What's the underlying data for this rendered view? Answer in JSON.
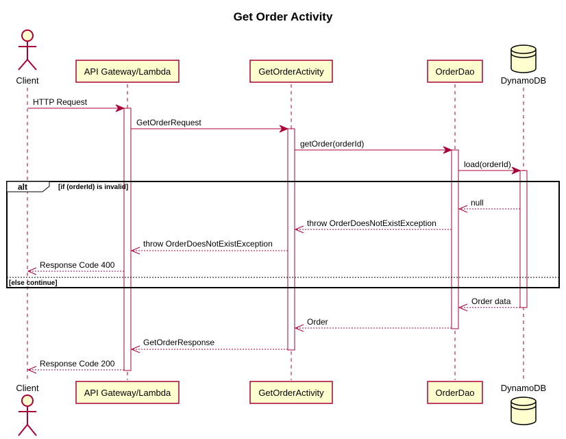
{
  "diagram": {
    "title": "Get Order Activity",
    "participants": [
      {
        "id": "client",
        "kind": "actor",
        "label": "Client"
      },
      {
        "id": "api",
        "kind": "participant",
        "label": "API Gateway/Lambda"
      },
      {
        "id": "activity",
        "kind": "participant",
        "label": "GetOrderActivity"
      },
      {
        "id": "dao",
        "kind": "participant",
        "label": "OrderDao"
      },
      {
        "id": "db",
        "kind": "database",
        "label": "DynamoDB"
      }
    ],
    "messages": [
      {
        "from": "client",
        "to": "api",
        "label": "HTTP Request",
        "style": "solid"
      },
      {
        "from": "api",
        "to": "activity",
        "label": "GetOrderRequest",
        "style": "solid"
      },
      {
        "from": "activity",
        "to": "dao",
        "label": "getOrder(orderId)",
        "style": "solid"
      },
      {
        "from": "dao",
        "to": "db",
        "label": "load(orderId)",
        "style": "solid"
      },
      {
        "from": "db",
        "to": "dao",
        "label": "null",
        "style": "dashed"
      },
      {
        "from": "dao",
        "to": "activity",
        "label": "throw OrderDoesNotExistException",
        "style": "dashed"
      },
      {
        "from": "activity",
        "to": "api",
        "label": "throw OrderDoesNotExistException",
        "style": "dashed"
      },
      {
        "from": "api",
        "to": "client",
        "label": "Response Code 400",
        "style": "dashed"
      },
      {
        "from": "db",
        "to": "dao",
        "label": "Order data",
        "style": "dashed"
      },
      {
        "from": "dao",
        "to": "activity",
        "label": "Order",
        "style": "dashed"
      },
      {
        "from": "activity",
        "to": "api",
        "label": "GetOrderResponse",
        "style": "dashed"
      },
      {
        "from": "api",
        "to": "client",
        "label": "Response Code 200",
        "style": "dashed"
      }
    ],
    "fragment": {
      "keyword": "alt",
      "condition": "[if (orderId) is invalid]",
      "else_condition": "[else continue]"
    }
  }
}
